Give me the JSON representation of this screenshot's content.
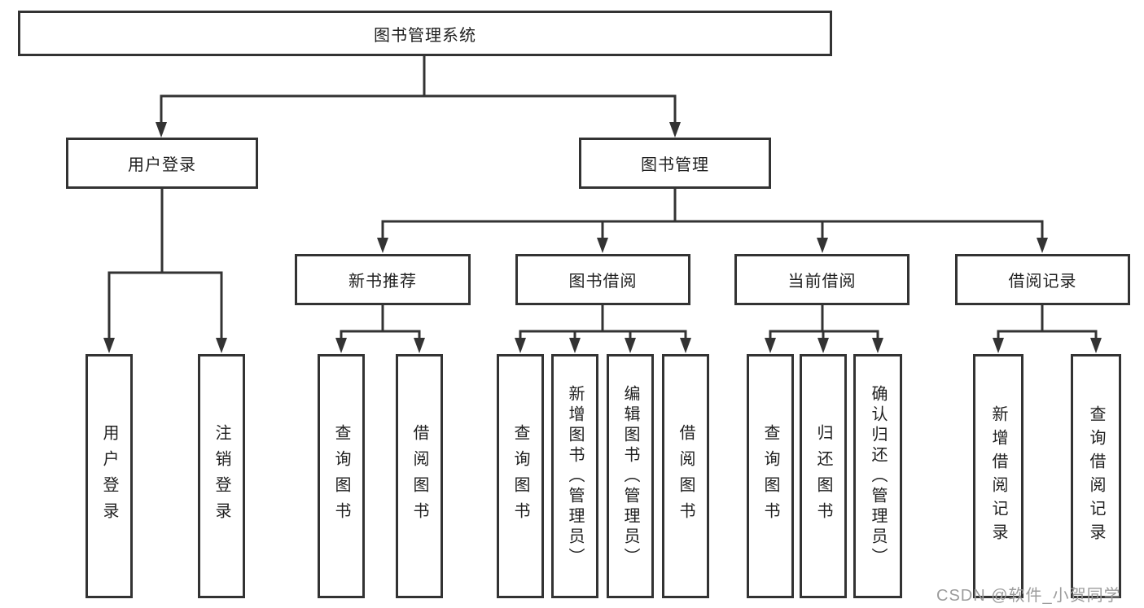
{
  "tree": {
    "root": "图书管理系统",
    "l2": [
      {
        "label": "用户登录",
        "leaves": [
          "用户登录",
          "注销登录"
        ]
      },
      {
        "label": "图书管理",
        "groups": [
          {
            "label": "新书推荐",
            "leaves": [
              "查询图书",
              "借阅图书"
            ]
          },
          {
            "label": "图书借阅",
            "leaves": [
              "查询图书",
              "新增图书（管理员）",
              "编辑图书（管理员）",
              "借阅图书"
            ]
          },
          {
            "label": "当前借阅",
            "leaves": [
              "查询图书",
              "归还图书",
              "确认归还（管理员）"
            ]
          },
          {
            "label": "借阅记录",
            "leaves": [
              "新增借阅记录",
              "查询借阅记录"
            ]
          }
        ]
      }
    ]
  },
  "watermark": "CSDN @软件_小贺同学",
  "colors": {
    "line": "#333333",
    "box_border": "#333333",
    "box_fill": "#ffffff",
    "text": "#1f1f1f",
    "watermark": "#9c9c9c",
    "background": "#ffffff"
  }
}
